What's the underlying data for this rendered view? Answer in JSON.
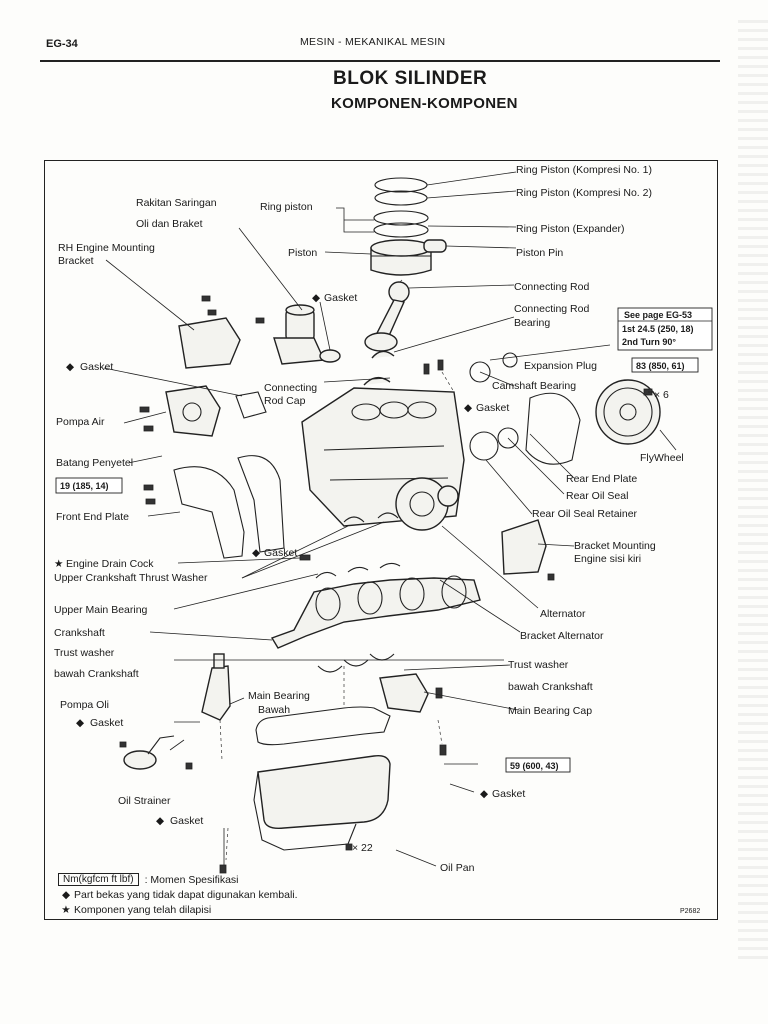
{
  "header": {
    "page_code": "EG-34",
    "running_title": "MESIN - MEKANIKAL MESIN"
  },
  "section": {
    "title": "BLOK SILINDER",
    "subtitle": "KOMPONEN-KOMPONEN"
  },
  "labels": {
    "ring_piston_1": "Ring Piston (Kompresi No. 1)",
    "ring_piston_2": "Ring Piston (Kompresi No. 2)",
    "ring_piston_group": "Ring piston",
    "ring_piston_expander": "Ring Piston (Expander)",
    "piston": "Piston",
    "piston_pin": "Piston Pin",
    "oil_filter_bracket_1": "Rakitan Saringan",
    "oil_filter_bracket_2": "Oli dan Braket",
    "rh_mount_1": "RH Engine Mounting",
    "rh_mount_2": "Bracket",
    "gasket_filter": "Gasket",
    "connecting_rod": "Connecting Rod",
    "conrod_bearing_1": "Connecting Rod",
    "conrod_bearing_2": "Bearing",
    "gasket_pump": "Gasket",
    "conrod_cap_1": "Connecting",
    "conrod_cap_2": "Rod Cap",
    "expansion_plug": "Expansion Plug",
    "camshaft_bearing": "Camshaft Bearing",
    "gasket_block": "Gasket",
    "pompa_air": "Pompa Air",
    "flywheel": "FlyWheel",
    "batang_penyetel": "Batang Penyetel",
    "rear_end_plate": "Rear End Plate",
    "rear_oil_seal": "Rear Oil Seal",
    "front_end_plate": "Front End Plate",
    "rear_oil_seal_retainer": "Rear Oil Seal Retainer",
    "gasket_front": "Gasket",
    "bracket_mount_left_1": "Bracket Mounting",
    "bracket_mount_left_2": "Engine sisi kiri",
    "engine_drain_cock": "Engine Drain Cock",
    "upper_thrust_washer": "Upper Crankshaft Thrust Washer",
    "alternator": "Alternator",
    "upper_main_bearing": "Upper Main Bearing",
    "crankshaft": "Crankshaft",
    "bracket_alternator": "Bracket Alternator",
    "trust_washer_l1": "Trust washer",
    "trust_washer_l2": "bawah Crankshaft",
    "trust_washer_r1": "Trust washer",
    "trust_washer_r2": "bawah Crankshaft",
    "pompa_oli": "Pompa Oli",
    "main_bearing_lower_1": "Main Bearing",
    "main_bearing_lower_2": "Bawah",
    "gasket_pompa_oli": "Gasket",
    "main_bearing_cap": "Main Bearing Cap",
    "oil_strainer": "Oil Strainer",
    "gasket_pan": "Gasket",
    "gasket_strainer": "Gasket",
    "pan_bolt_count": "× 22",
    "oil_pan": "Oil Pan",
    "flywheel_bolt_count": "× 6"
  },
  "torque": {
    "see_page": "See page EG-53",
    "first_stage": "1st 24.5 (250, 18)",
    "second_stage": "2nd Turn 90°",
    "flywheel": "83 (850, 61)",
    "end_plate": "19 (185, 14)",
    "main_cap": "59 (600, 43)"
  },
  "legend": {
    "unit_box": "Nm(kgfcm ft lbf)",
    "unit_text": ": Momen Spesifikasi",
    "non_reusable_symbol": "◆",
    "non_reusable": "Part bekas yang tidak dapat digunakan kembali.",
    "precoated_symbol": "★",
    "precoated": "Komponen yang telah dilapisi"
  },
  "symbols": {
    "diamond": "◆",
    "star": "★"
  },
  "figure_code": "P2682"
}
